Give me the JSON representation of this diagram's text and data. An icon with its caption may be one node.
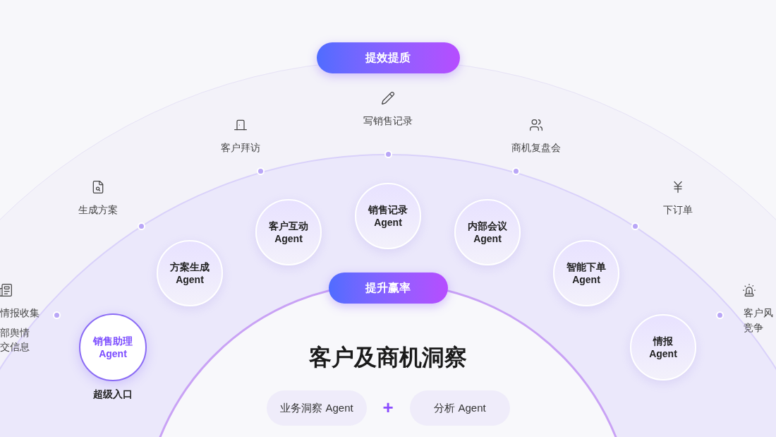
{
  "diagram": {
    "nodes": [
      {
        "text": [
          "提效提质"
        ]
      },
      {
        "text": [
          "销售助理 Agent"
        ],
        "beside": [
          "超级入口"
        ]
      },
      {
        "text": [
          "方案生成 Agent"
        ]
      },
      {
        "text": [
          "客户互动 Agent"
        ]
      },
      {
        "text": [
          "销售记录 Agent"
        ]
      },
      {
        "text": [
          "内部会议 Agent"
        ]
      },
      {
        "text": [
          "智能下单 Agent"
        ]
      },
      {
        "text": [
          "情报 Agent"
        ]
      },
      {
        "text": [
          "提升赢率"
        ]
      },
      {
        "text": [
          "业务洞察 Agent"
        ]
      },
      {
        "text": [
          "分析 Agent"
        ]
      }
    ],
    "edges": [],
    "labels": [
      "情报收集",
      "部舆情",
      "交信息",
      "生成方案",
      "客户拜访",
      "写销售记录",
      "商机复盘会",
      "下订单",
      "客户风",
      "竞争",
      "客户及商机洞察",
      "+"
    ]
  }
}
